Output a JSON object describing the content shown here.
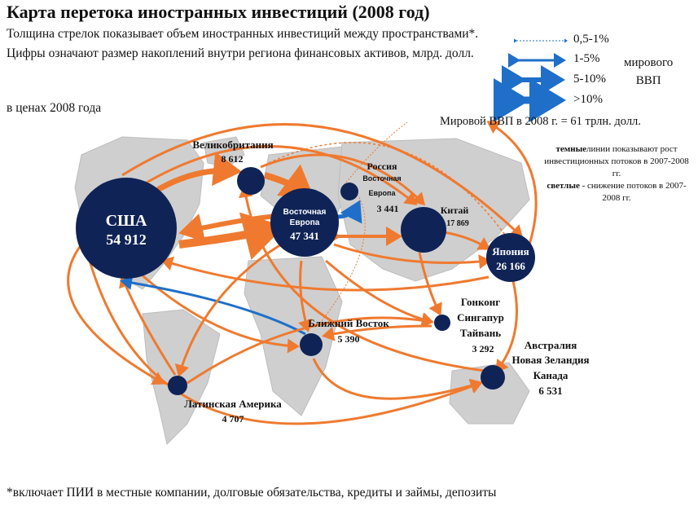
{
  "title": "Карта перетока иностранных инвестиций (2008 год)",
  "subtitle": "Толщина стрелок показывает объем иностранных инвестиций между пространствами*. Цифры означают размер накоплений внутри региона финансовых активов, млрд. долл.",
  "prices_note": "в ценах 2008 года",
  "legend": {
    "items": [
      "0,5-1%",
      "1-5%",
      "5-10%",
      ">10%"
    ],
    "side_label_1": "мирового",
    "side_label_2": "ВВП",
    "arrow_color": "#1f6fc9"
  },
  "world_gdp": "Мировой ВВП в 2008 г. = 61 трлн. долл.",
  "note": {
    "dark_word": "темные",
    "dark_text": "линии показывают рост инвестиционных потоков в 2007-2008 гг.",
    "light_word": "светлые",
    "light_text": " - снижение потоков в 2007-2008 гг."
  },
  "regions": {
    "usa": {
      "name": "США",
      "value": "54 912"
    },
    "uk": {
      "name": "Великобритания",
      "value": "8 612"
    },
    "europe": {
      "name": "Восточная Европа",
      "value": "47 341"
    },
    "russia": {
      "name": "Россия",
      "sub": "Восточная Европа",
      "value": "3 441"
    },
    "china": {
      "name": "Китай",
      "value": "17 869"
    },
    "japan": {
      "name": "Япония",
      "value": "26 166"
    },
    "hk": {
      "name1": "Гонконг",
      "name2": "Сингапур",
      "name3": "Тайвань",
      "value": "3 292"
    },
    "mideast": {
      "name": "Ближний Восток",
      "value": "5 390"
    },
    "latam": {
      "name": "Латинская Америка",
      "value": "4 707"
    },
    "aus": {
      "name1": "Австралия",
      "name2": "Новая Зеландия",
      "name3": "Канада",
      "value": "6 531"
    }
  },
  "colors": {
    "node": "#0f2356",
    "orange": "#ef7a2f",
    "blue": "#1f6fc9",
    "land": "#cfcfcf"
  },
  "footnote": "*включает ПИИ в местные компании, долговые обязательства, кредиты и займы, депозиты"
}
